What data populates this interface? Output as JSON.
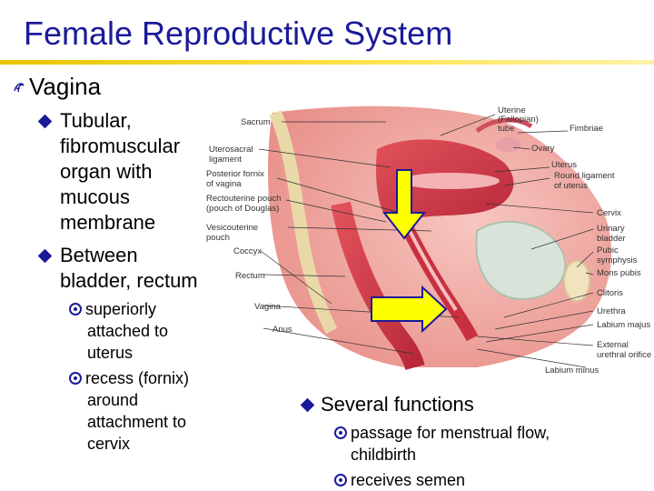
{
  "title": "Female Reproductive System",
  "level1": {
    "text": "Vagina"
  },
  "left_bullets": [
    {
      "lines": [
        "Tubular,",
        "fibromuscular",
        "organ with",
        "mucous",
        "membrane"
      ]
    },
    {
      "lines": [
        "Between",
        "bladder, rectum"
      ]
    }
  ],
  "left_sub": [
    {
      "lines": [
        "superiorly",
        "attached to",
        "uterus"
      ]
    },
    {
      "lines": [
        "recess (fornix)",
        "around",
        "attachment to",
        "cervix"
      ]
    }
  ],
  "right_bullet": {
    "text": "Several functions"
  },
  "right_sub": [
    {
      "lines": [
        "passage for menstrual flow,",
        "childbirth"
      ]
    },
    {
      "lines": [
        "receives semen"
      ]
    }
  ],
  "diagram_labels_left": [
    "Sacrum",
    "Uterosacral",
    "ligament",
    "Posterior fornix",
    "of vagina",
    "Rectouterine pouch",
    "(pouch of Douglas)",
    "Vesicouterine",
    "pouch",
    "Coccyx",
    "Rectum",
    "Vagina",
    "Anus"
  ],
  "diagram_labels_right": [
    "Uterine",
    "(Fallopian)",
    "tube",
    "Fimbriae",
    "Ovary",
    "Uterus",
    "Round ligament",
    "of uterus",
    "Cervix",
    "Urinary",
    "bladder",
    "Pubic",
    "symphysis",
    "Mons pubis",
    "Clitoris",
    "Urethra",
    "Labium majus",
    "External",
    "urethral orifice",
    "Labium minus"
  ],
  "colors": {
    "title": "#1a1a99",
    "arrow_fill": "#ffff00",
    "arrow_stroke": "#1a1a99"
  }
}
